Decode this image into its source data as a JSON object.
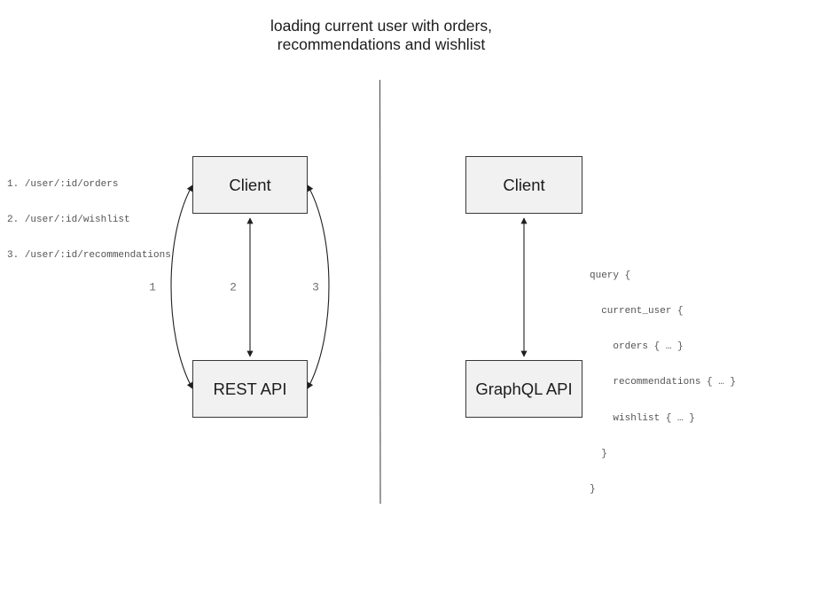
{
  "title": {
    "line1": "loading current user with orders,",
    "line2": "recommendations and wishlist"
  },
  "left_panel": {
    "endpoints": [
      "1. /user/:id/orders",
      "2. /user/:id/wishlist",
      "3. /user/:id/recommendations"
    ],
    "client_label": "Client",
    "api_label": "REST API",
    "arrow_labels": [
      "1",
      "2",
      "3"
    ]
  },
  "right_panel": {
    "client_label": "Client",
    "api_label": "GraphQL API",
    "query_lines": [
      "query {",
      "  current_user {",
      "    orders { … }",
      "    recommendations { … }",
      "    wishlist { … }",
      "  }",
      "}"
    ]
  },
  "colors": {
    "background": "#ffffff",
    "box_fill": "#f1f1f1",
    "box_border": "#383838",
    "box_text": "#1c1c1c",
    "title_text": "#1c1c1c",
    "code_text": "#535353",
    "arrow": "#1f1f1f",
    "arrow_label": "#6f6f6f",
    "divider": "#595959"
  }
}
